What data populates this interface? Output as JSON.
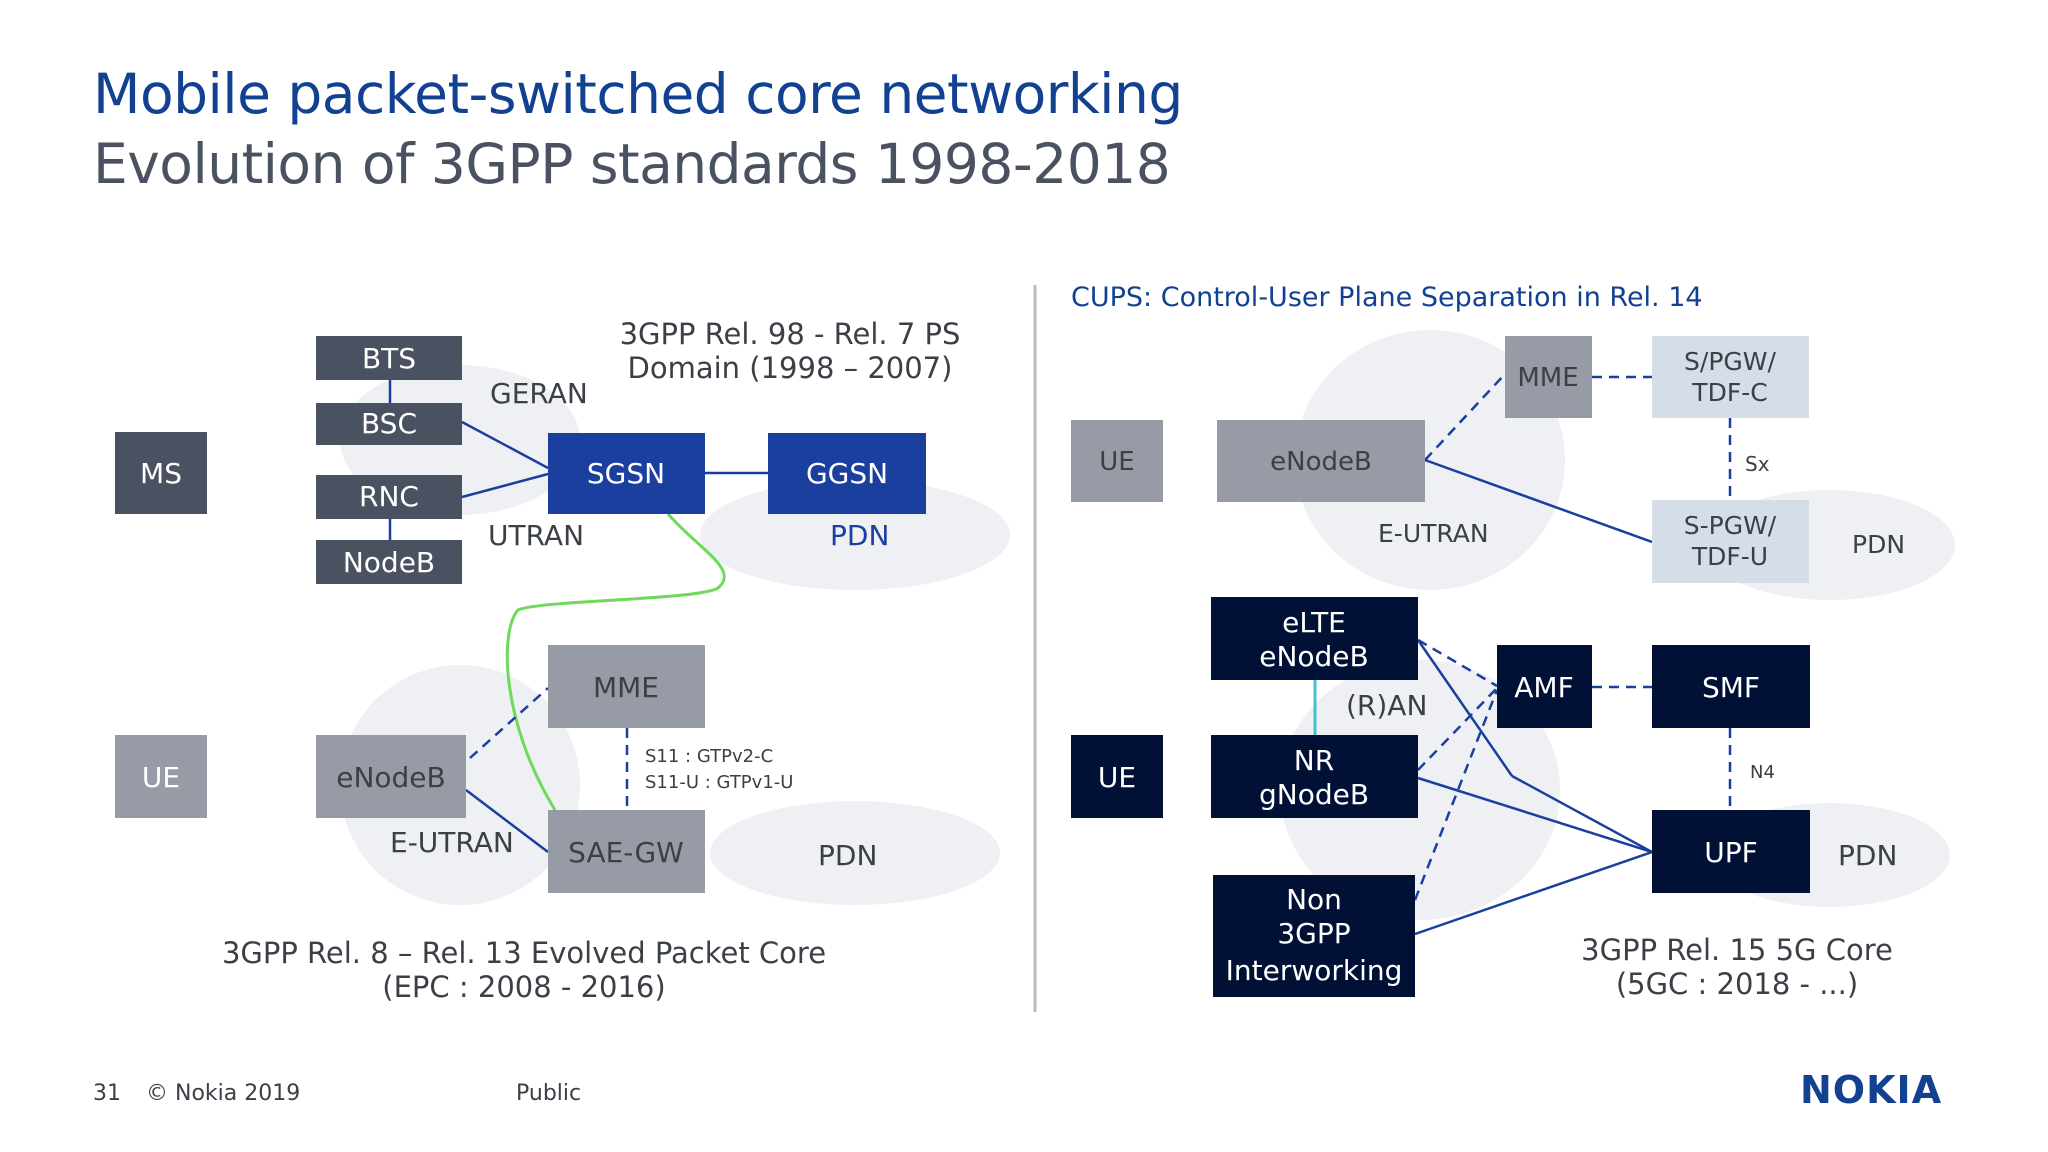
{
  "title": "Mobile packet-switched core networking",
  "subtitle": "Evolution of 3GPP standards 1998-2018",
  "left": {
    "rel98_caption": [
      "3GPP Rel. 98 - Rel. 7 PS",
      "Domain (1998 – 2007)"
    ],
    "rel8_caption": [
      "3GPP Rel. 8 – Rel. 13 Evolved Packet Core",
      "(EPC : 2008 - 2016)"
    ],
    "nodes": {
      "bts": "BTS",
      "bsc": "BSC",
      "rnc": "RNC",
      "nodeb": "NodeB",
      "ms": "MS",
      "sgsn": "SGSN",
      "ggsn": "GGSN",
      "ue": "UE",
      "enodeb": "eNodeB",
      "mme": "MME",
      "saegw": "SAE-GW"
    },
    "labels": {
      "geran": "GERAN",
      "utran": "UTRAN",
      "pdn_top": "PDN",
      "eutran": "E-UTRAN",
      "pdn_bottom": "PDN",
      "s11": "S11 : GTPv2-C",
      "s11u": "S11-U : GTPv1-U"
    }
  },
  "right": {
    "cups_heading": "CUPS: Control-User Plane Separation in Rel. 14",
    "rel15_caption": [
      "3GPP Rel. 15 5G Core",
      "(5GC : 2018 - ...)"
    ],
    "nodes": {
      "ue_top": "UE",
      "enodeb": "eNodeB",
      "mme": "MME",
      "spgw_c": [
        "S/PGW/",
        "TDF-C"
      ],
      "spgw_u": [
        "S-PGW/",
        "TDF-U"
      ],
      "elte": [
        "eLTE",
        "eNodeB"
      ],
      "nr": [
        "NR",
        "gNodeB"
      ],
      "non3gpp": [
        "Non",
        "3GPP",
        "Interworking"
      ],
      "ue_bottom": "UE",
      "amf": "AMF",
      "smf": "SMF",
      "upf": "UPF"
    },
    "labels": {
      "eutran": "E-UTRAN",
      "sx": "Sx",
      "pdn_top": "PDN",
      "ran": "(R)AN",
      "n4": "N4",
      "pdn_bottom": "PDN"
    }
  },
  "footer": {
    "page": "31",
    "copyright": "© Nokia 2019",
    "classification": "Public"
  },
  "logo": "NOKIA",
  "colors": {
    "title_blue": "#124191",
    "dark_gray": "#4a5160",
    "mid_gray": "#969ba6",
    "royal_blue": "#1a3f9e",
    "navy": "#001135",
    "light_blue": "#d5dde9",
    "green": "#6ed95a",
    "cyan": "#3fc2d4",
    "bubble": "#eef0f4"
  }
}
